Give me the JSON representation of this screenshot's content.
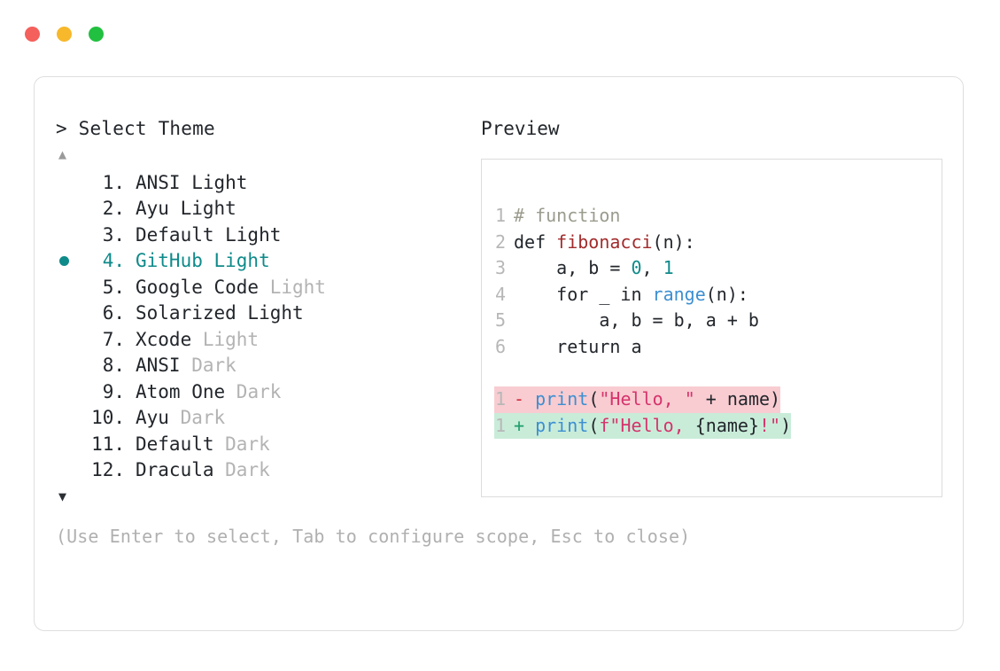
{
  "window": {
    "dots": [
      {
        "name": "close",
        "color": "#f4605c"
      },
      {
        "name": "minimize",
        "color": "#f7b82b"
      },
      {
        "name": "maximize",
        "color": "#22c040"
      }
    ]
  },
  "left": {
    "prompt": "> Select Theme",
    "scroll_up_glyph": "▲",
    "scroll_down_glyph": "▼",
    "accent_color": "#0f8a8a",
    "dim_color": "#b3b3b3",
    "selected_index": 4,
    "items": [
      {
        "num": " 1.",
        "main": "ANSI Light",
        "dim": ""
      },
      {
        "num": " 2.",
        "main": "Ayu Light",
        "dim": ""
      },
      {
        "num": " 3.",
        "main": "Default Light",
        "dim": ""
      },
      {
        "num": " 4.",
        "main": "GitHub Light",
        "dim": ""
      },
      {
        "num": " 5.",
        "main": "Google Code",
        "dim": " Light"
      },
      {
        "num": " 6.",
        "main": "Solarized Light",
        "dim": ""
      },
      {
        "num": " 7.",
        "main": "Xcode",
        "dim": " Light"
      },
      {
        "num": " 8.",
        "main": "ANSI",
        "dim": " Dark"
      },
      {
        "num": " 9.",
        "main": "Atom One",
        "dim": " Dark"
      },
      {
        "num": "10.",
        "main": "Ayu",
        "dim": " Dark"
      },
      {
        "num": "11.",
        "main": "Default",
        "dim": " Dark"
      },
      {
        "num": "12.",
        "main": "Dracula",
        "dim": " Dark"
      }
    ],
    "hint": "(Use Enter to select, Tab to configure scope, Esc to close)"
  },
  "right": {
    "title": "Preview",
    "code_lines": [
      {
        "ln": "1",
        "tokens": [
          {
            "t": "# function",
            "c": "comment"
          }
        ]
      },
      {
        "ln": "2",
        "tokens": [
          {
            "t": "def ",
            "c": "kw"
          },
          {
            "t": "fibonacci",
            "c": "fn"
          },
          {
            "t": "(n):",
            "c": "plain"
          }
        ]
      },
      {
        "ln": "3",
        "tokens": [
          {
            "t": "    a, b = ",
            "c": "plain"
          },
          {
            "t": "0",
            "c": "num"
          },
          {
            "t": ", ",
            "c": "plain"
          },
          {
            "t": "1",
            "c": "num"
          }
        ]
      },
      {
        "ln": "4",
        "tokens": [
          {
            "t": "    for _ in ",
            "c": "plain"
          },
          {
            "t": "range",
            "c": "builtin"
          },
          {
            "t": "(n):",
            "c": "plain"
          }
        ]
      },
      {
        "ln": "5",
        "tokens": [
          {
            "t": "        a, b = b, a + b",
            "c": "plain"
          }
        ]
      },
      {
        "ln": "6",
        "tokens": [
          {
            "t": "    return a",
            "c": "plain"
          }
        ]
      }
    ],
    "diff_lines": [
      {
        "ln": "1",
        "kind": "del",
        "sign": "-",
        "bg": "#f8ccd1",
        "tokens": [
          {
            "t": "print",
            "c": "builtin"
          },
          {
            "t": "(",
            "c": "plain"
          },
          {
            "t": "\"Hello, \"",
            "c": "str"
          },
          {
            "t": " + name)",
            "c": "plain"
          }
        ]
      },
      {
        "ln": "1",
        "kind": "add",
        "sign": "+",
        "bg": "#c9ecd9",
        "tokens": [
          {
            "t": "print",
            "c": "builtin"
          },
          {
            "t": "(",
            "c": "plain"
          },
          {
            "t": "f\"Hello, ",
            "c": "str"
          },
          {
            "t": "{name}",
            "c": "plain"
          },
          {
            "t": "!\"",
            "c": "str"
          },
          {
            "t": ")",
            "c": "plain"
          }
        ]
      }
    ]
  }
}
